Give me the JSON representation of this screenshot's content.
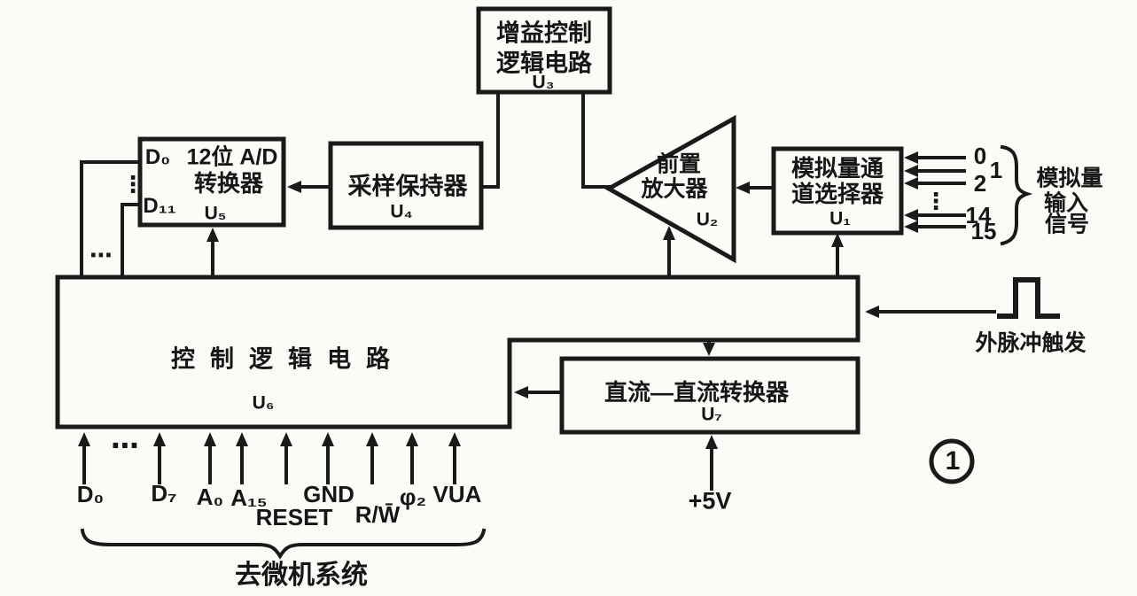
{
  "blocks": {
    "gain_control": {
      "line1": "增益控制",
      "line2": "逻辑电路",
      "ref": "U₃"
    },
    "adc": {
      "pin_top": "D₀",
      "pin_bottom": "D₁₁",
      "line1": "12位 A/D",
      "line2": "转换器",
      "ref": "U₅"
    },
    "sample_hold": {
      "line1": "采样保持器",
      "ref": "U₄"
    },
    "preamp": {
      "line1": "前置",
      "line2": "放大器",
      "ref": "U₂"
    },
    "channel_selector": {
      "line1": "模拟量通",
      "line2": "道选择器",
      "ref": "U₁"
    },
    "control_logic": {
      "line1": "控制逻辑电路",
      "ref": "U₆"
    },
    "dcdc": {
      "line1": "直流—直流转换器",
      "ref": "U₇"
    }
  },
  "analog_inputs": {
    "channels": [
      "0",
      "1",
      "2",
      "14",
      "15"
    ],
    "ellipsis": "⋮",
    "label": [
      "模拟量",
      "输入",
      "信号"
    ]
  },
  "trigger_label": "外脉冲触发",
  "power_label": "+5V",
  "figure_number": "1",
  "bus": {
    "row1": [
      "D₀",
      "D₇",
      "A₀",
      "A₁₅",
      "GND",
      "φ₂",
      "VUA"
    ],
    "row2": [
      "RESET",
      "R/W̄"
    ],
    "ellipsis": "⋯",
    "data_bus_ellipsis_v": "⋮",
    "data_bus_ellipsis_h": "⋯",
    "brace_label": "去微机系统"
  }
}
